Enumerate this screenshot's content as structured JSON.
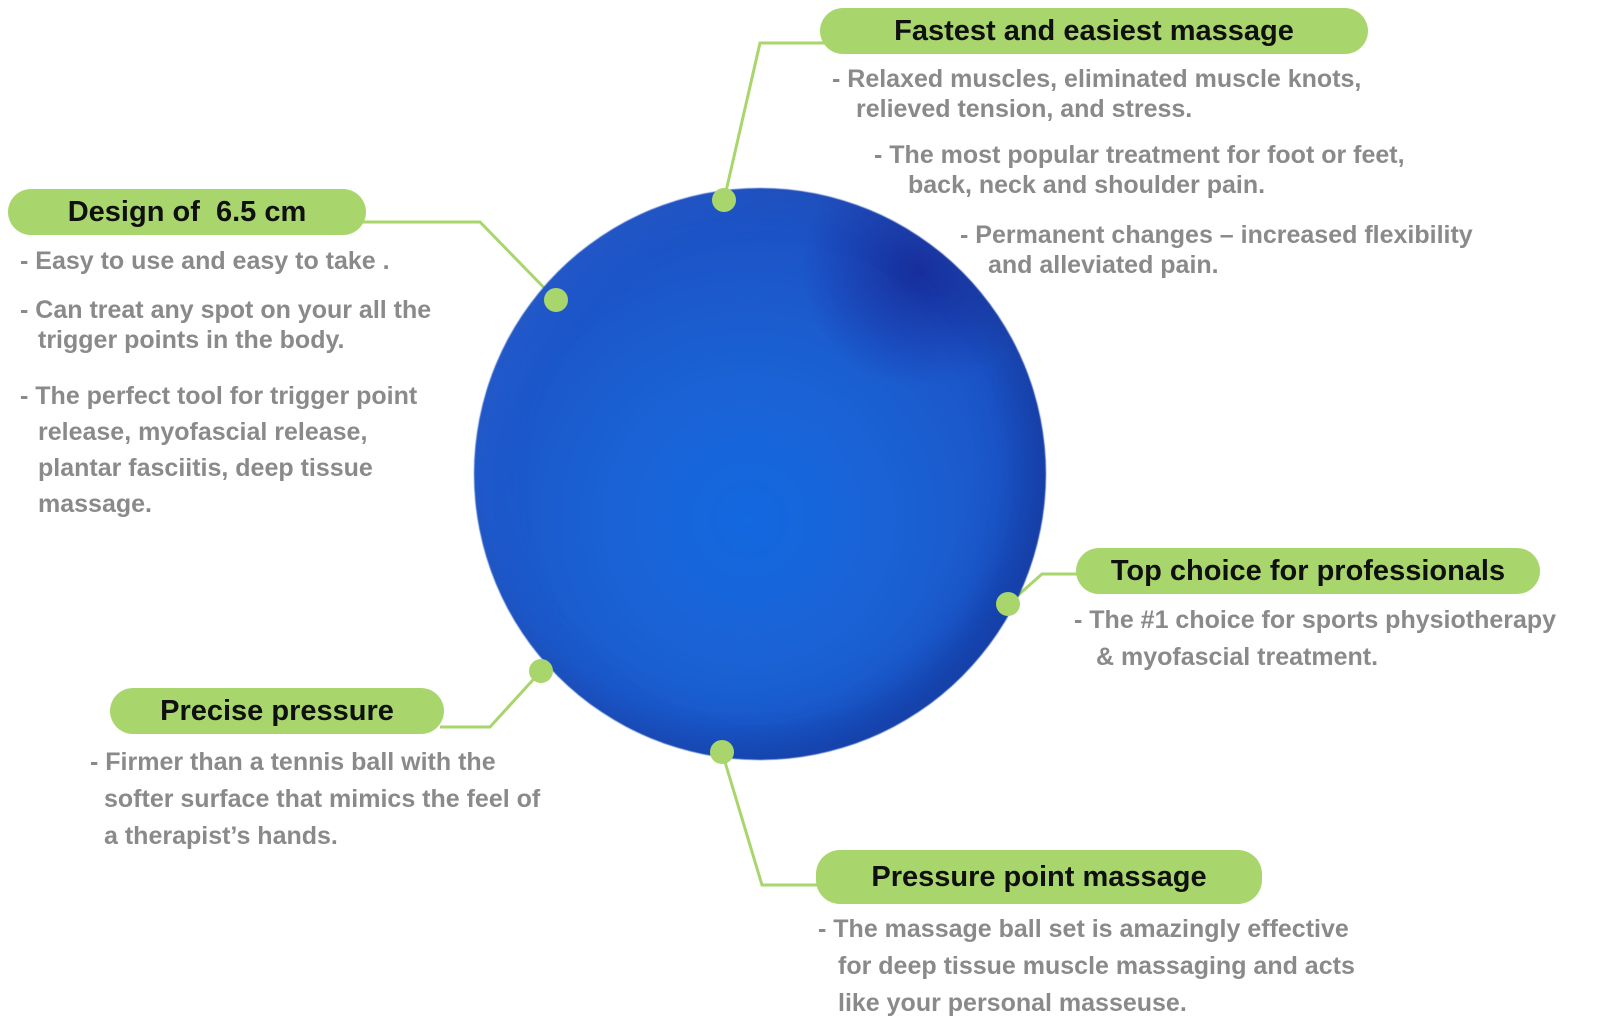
{
  "colors": {
    "accent_green": "#a8d66c",
    "ball_blue": "#1a63d6",
    "text_gray": "#8a8a8a"
  },
  "features": {
    "fastest": {
      "title": "Fastest and easiest massage",
      "lines": [
        "- Relaxed muscles, eliminated muscle knots,",
        "relieved tension, and stress.",
        "- The most popular treatment for foot or feet,",
        "back, neck and shoulder pain.",
        "- Permanent changes – increased flexibility",
        "and alleviated pain."
      ]
    },
    "design": {
      "title": "Design of  6.5 cm",
      "lines": [
        "- Easy to use and easy to take .",
        "- Can treat any spot on your all the",
        "trigger points in the body.",
        "- The perfect tool for trigger point",
        "release, myofascial release,",
        "plantar fasciitis, deep tissue",
        "massage."
      ]
    },
    "professionals": {
      "title": "Top choice for professionals",
      "lines": [
        "- The #1 choice for sports physiotherapy",
        "& myofascial treatment."
      ]
    },
    "precise": {
      "title": "Precise pressure",
      "lines": [
        "- Firmer than a tennis ball with the",
        "softer surface that mimics the feel of",
        "a therapist’s hands."
      ]
    },
    "pressure_point": {
      "title": "Pressure point massage",
      "lines": [
        "- The massage ball set is amazingly effective",
        "for deep tissue muscle massaging and acts",
        "like your personal masseuse."
      ]
    }
  }
}
